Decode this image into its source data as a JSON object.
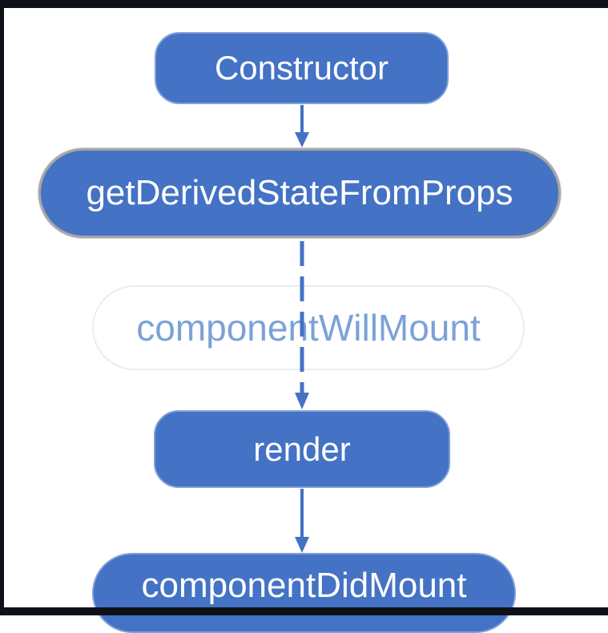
{
  "frame": {
    "background_color": "#ffffff",
    "bar_color": "#0e1218"
  },
  "colors": {
    "node_fill_blue": "#4472c4",
    "node_rim_light_blue": "#7f9fd9",
    "gray_border": "#a6a6a6",
    "ghost_border": "#e8edf5",
    "ghost_text_blue": "#7ba2d7",
    "arrow_blue": "#4472c4",
    "node_text": "#ffffff"
  },
  "diagram": {
    "nodes": [
      {
        "id": "constructor",
        "label": "Constructor",
        "style": "solid-blue-rounded"
      },
      {
        "id": "getDerivedStateFromProps",
        "label": "getDerivedStateFromProps",
        "style": "solid-blue-gray-border"
      },
      {
        "id": "componentWillMount",
        "label": "componentWillMount",
        "style": "faded-ghost"
      },
      {
        "id": "render",
        "label": "render",
        "style": "solid-blue-rounded"
      },
      {
        "id": "componentDidMount",
        "label": "componentDidMount",
        "style": "solid-blue-rounded"
      }
    ],
    "edges": [
      {
        "from": "constructor",
        "to": "getDerivedStateFromProps",
        "style": "solid-arrow-down"
      },
      {
        "from": "getDerivedStateFromProps",
        "to": "render",
        "style": "dashed-arrow-down",
        "passes_through": "componentWillMount"
      },
      {
        "from": "render",
        "to": "componentDidMount",
        "style": "solid-arrow-down"
      }
    ]
  }
}
